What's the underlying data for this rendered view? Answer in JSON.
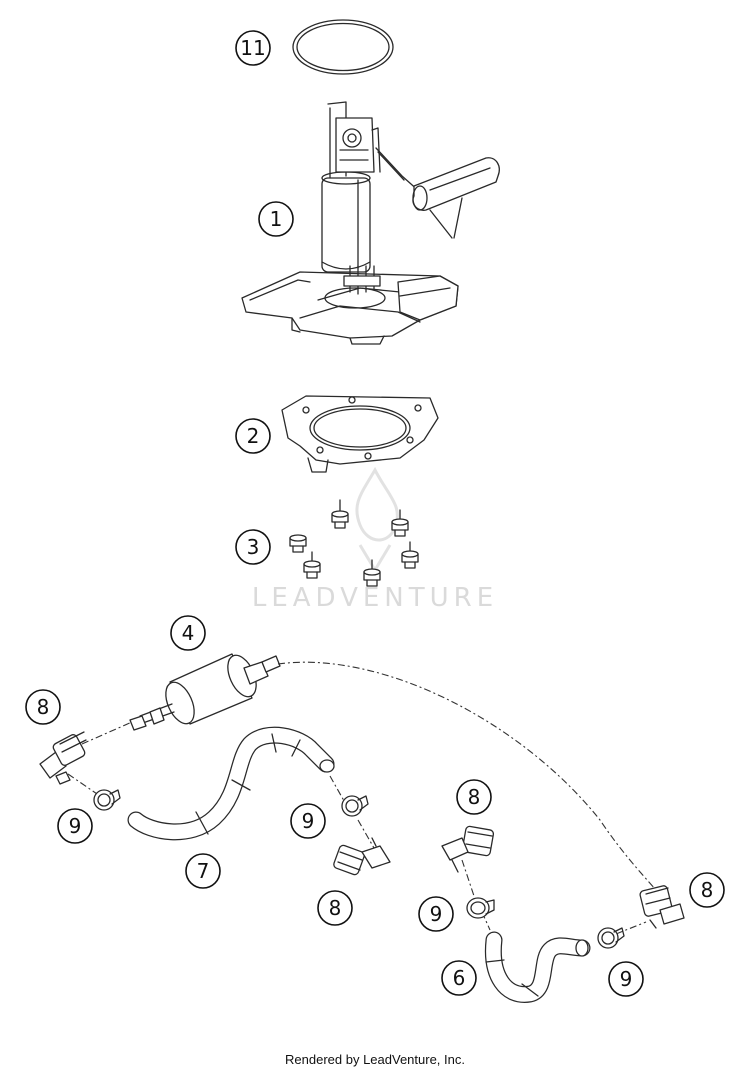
{
  "callouts": [
    {
      "label": "11"
    },
    {
      "label": "1"
    },
    {
      "label": "2"
    },
    {
      "label": "3"
    },
    {
      "label": "4"
    },
    {
      "label": "8"
    },
    {
      "label": "9"
    },
    {
      "label": "7"
    },
    {
      "label": "9"
    },
    {
      "label": "8"
    },
    {
      "label": "8"
    },
    {
      "label": "9"
    },
    {
      "label": "6"
    },
    {
      "label": "8"
    },
    {
      "label": "9"
    }
  ],
  "watermark": "LEADVENTURE",
  "footer": "Rendered by LeadVenture, Inc."
}
